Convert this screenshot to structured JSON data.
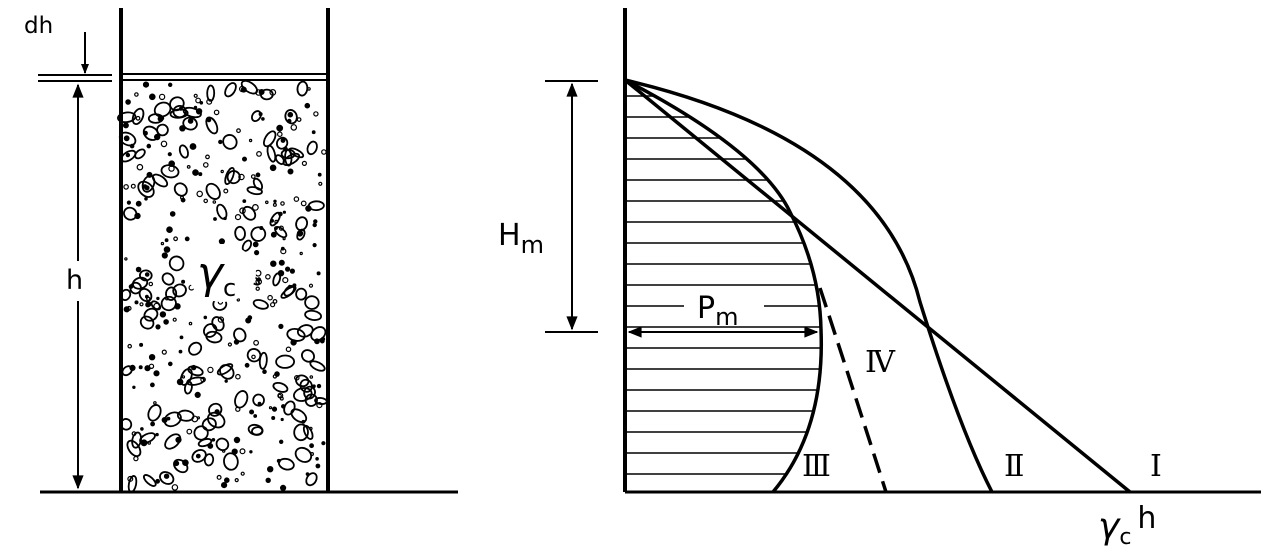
{
  "left_panel": {
    "labels": {
      "dh": "dh",
      "h": "h",
      "gamma": "γ",
      "gamma_sub": "c"
    }
  },
  "right_panel": {
    "labels": {
      "Hm_main": "H",
      "Hm_sub": "m",
      "Pm_main": "P",
      "Pm_sub": "m",
      "curve_I": "I",
      "curve_II": "Ⅱ",
      "curve_III": "Ⅲ",
      "curve_IV": "Ⅳ",
      "axis_gamma": "γ",
      "axis_gamma_sub": "c",
      "axis_h": "h"
    }
  },
  "colors": {
    "ink": "#000000",
    "background": "#ffffff"
  }
}
